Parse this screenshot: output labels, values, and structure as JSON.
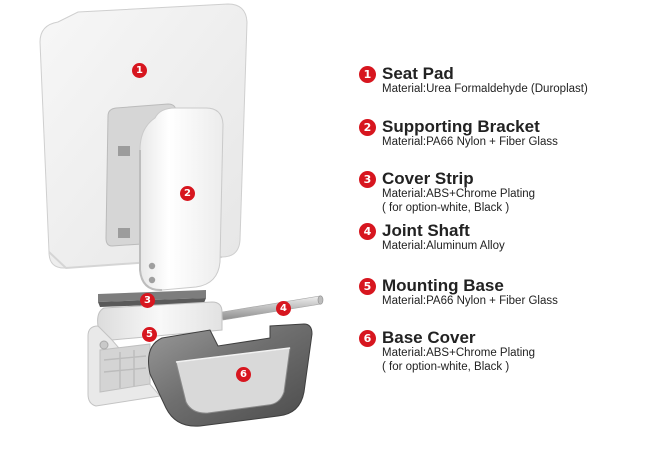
{
  "colors": {
    "accent": "#d7161f",
    "text": "#222222"
  },
  "parts": [
    {
      "number": "1",
      "name": "Seat Pad",
      "material": "Material:Urea Formaldehyde (Duroplast)"
    },
    {
      "number": "2",
      "name": "Supporting Bracket",
      "material": "Material:PA66 Nylon + Fiber Glass"
    },
    {
      "number": "3",
      "name": "Cover Strip",
      "material": "Material:ABS+Chrome Plating",
      "note": "( for option-white, Black )"
    },
    {
      "number": "4",
      "name": "Joint Shaft",
      "material": "Material:Aluminum Alloy"
    },
    {
      "number": "5",
      "name": "Mounting Base",
      "material": "Material:PA66 Nylon + Fiber Glass"
    },
    {
      "number": "6",
      "name": "Base Cover",
      "material": "Material:ABS+Chrome Plating",
      "note": "( for option-white, Black )"
    }
  ]
}
